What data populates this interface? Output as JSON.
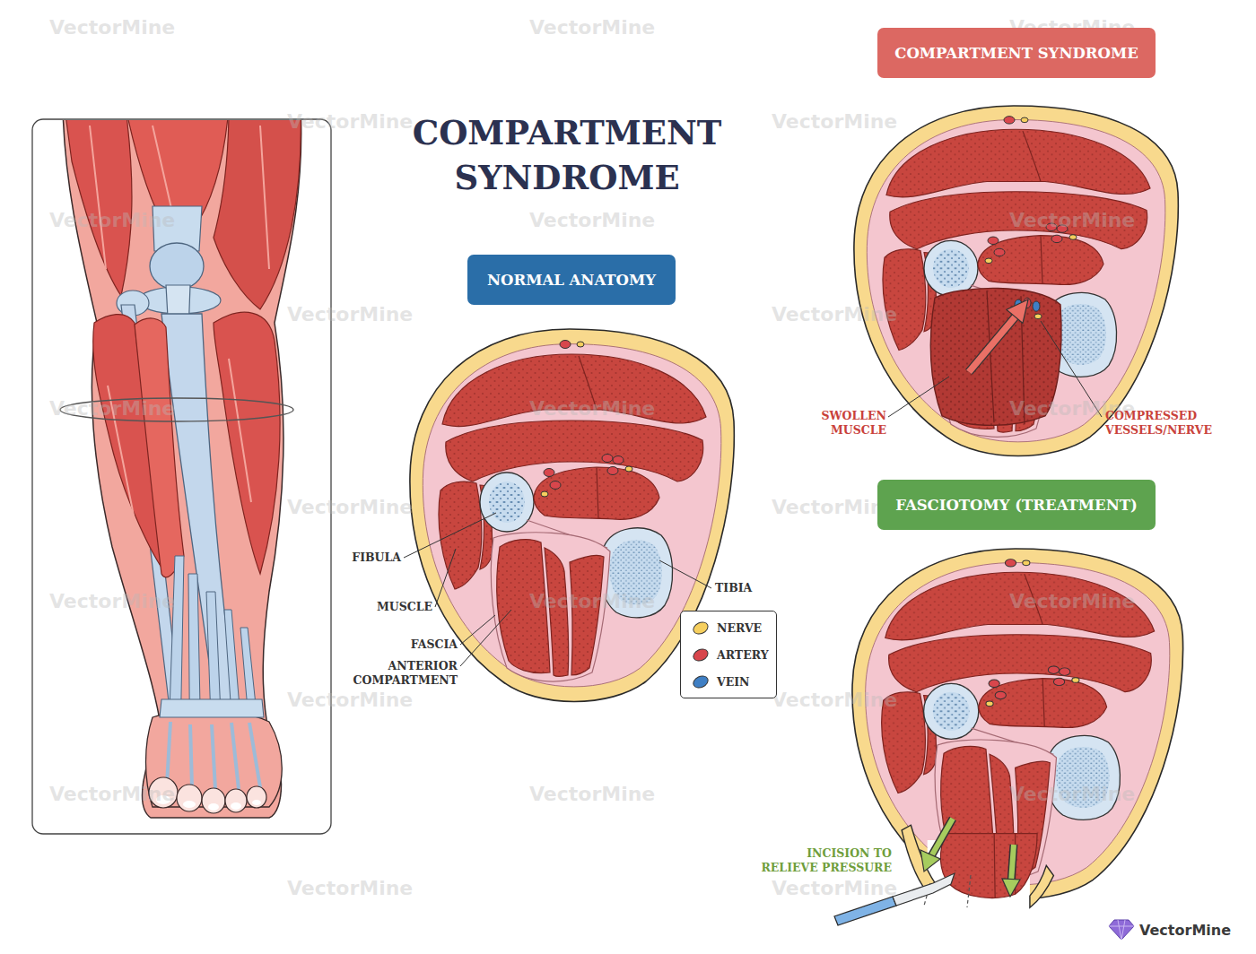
{
  "diagram": {
    "title": "COMPARTMENT SYNDROME",
    "nodes": [
      {
        "text": [
          "COMPARTMENT SYNDROME"
        ]
      },
      {
        "text": [
          "NORMAL ANATOMY"
        ]
      },
      {
        "text": [
          "FASCIOTOMY (TREATMENT)"
        ]
      }
    ],
    "labels": [
      "FIBULA",
      "MUSCLE",
      "FASCIA",
      "ANTERIOR COMPARTMENT",
      "TIBIA",
      "SWOLLEN MUSCLE",
      "COMPRESSED VESSELS/NERVE",
      "INCISION TO RELIEVE PRESSURE",
      "VectorMine",
      "VectorMine",
      "VectorMine",
      "VectorMine",
      "VectorMine",
      "VectorMine",
      "VectorMine",
      "VectorMine",
      "VectorMine",
      "VectorMine",
      "VectorMine",
      "VectorMine",
      "VectorMine",
      "VectorMine",
      "VectorMine",
      "VectorMine",
      "VectorMine",
      "VectorMine",
      "VectorMine",
      "VectorMine",
      "VectorMine",
      "VectorMine",
      "VectorMine",
      "VectorMine",
      "VectorMine",
      "VectorMine"
    ],
    "legend": [
      {
        "text": "NERVE",
        "color": "#f6cf5e"
      },
      {
        "text": "ARTERY",
        "color": "#d8464c"
      },
      {
        "text": "VEIN",
        "color": "#3f7fc4"
      }
    ]
  }
}
